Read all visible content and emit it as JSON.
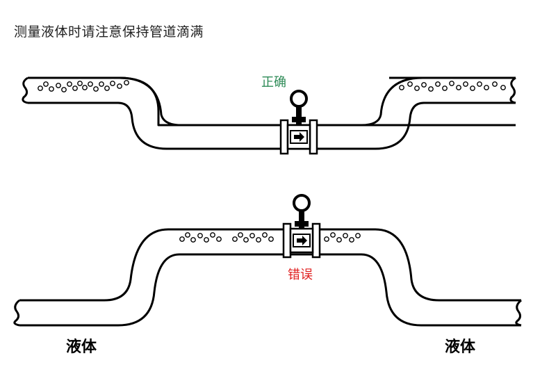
{
  "title": "测量液体时请注意保持管道滴满",
  "correct": {
    "label": "正确",
    "color": "#2e8b57"
  },
  "wrong": {
    "label": "错误",
    "color": "#e02020"
  },
  "liquid": {
    "left": "液体",
    "right": "液体"
  },
  "meter_icon": "flow-arrow-icon"
}
